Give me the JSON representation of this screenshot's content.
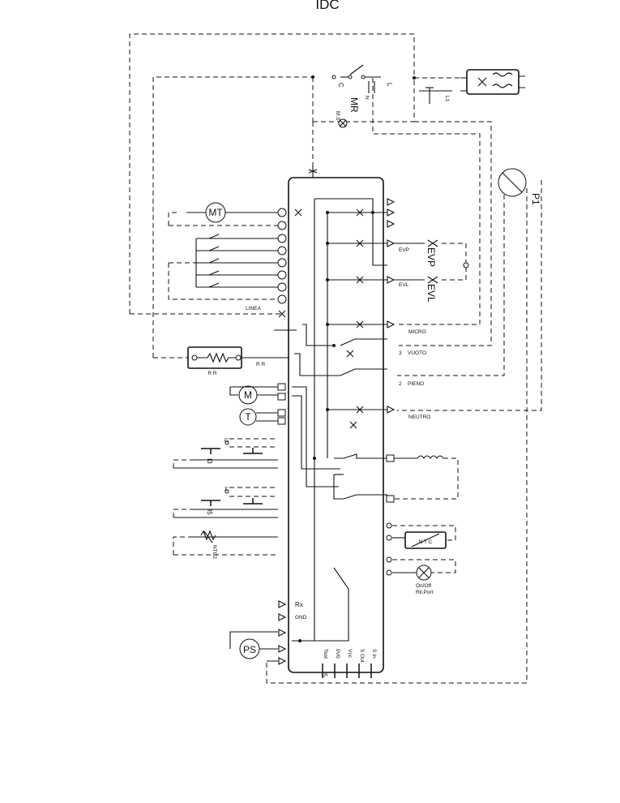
{
  "title": "IDC",
  "components": {
    "mr": "MR",
    "mt": "MT",
    "motor": "M",
    "thermo": "T",
    "ps": "PS",
    "rr_box": "R R",
    "rr_wire": "R R",
    "p1": "P1",
    "evp": "EVP",
    "evl": "EVL",
    "ntc": "N T C",
    "lamp_line1": "On/Off",
    "lamp_line2": "Ril.Port"
  },
  "labels": {
    "linea": "LINEA",
    "micro": "MICRO",
    "vuoto": "VUOTO",
    "pieno": "PIENO",
    "neutro": "NEUTRO",
    "evp_pin": "EVP",
    "evl_pin": "EVL",
    "rx": "Rx",
    "gnd": "GND",
    "test": "Test",
    "s_num": "5",
    "vuoto_num": "3",
    "pieno_num": "2",
    "c": "C",
    "l": "L",
    "n": "N",
    "l1": "L1",
    "ms": "M.S",
    "bottom": [
      "Test",
      "0V0",
      "Vcc",
      "S Out",
      "S In"
    ]
  },
  "keypad": {
    "i2": "I2",
    "i3": "I3",
    "i4": "I4",
    "i5": "I5",
    "ntc2": "NTC2"
  }
}
